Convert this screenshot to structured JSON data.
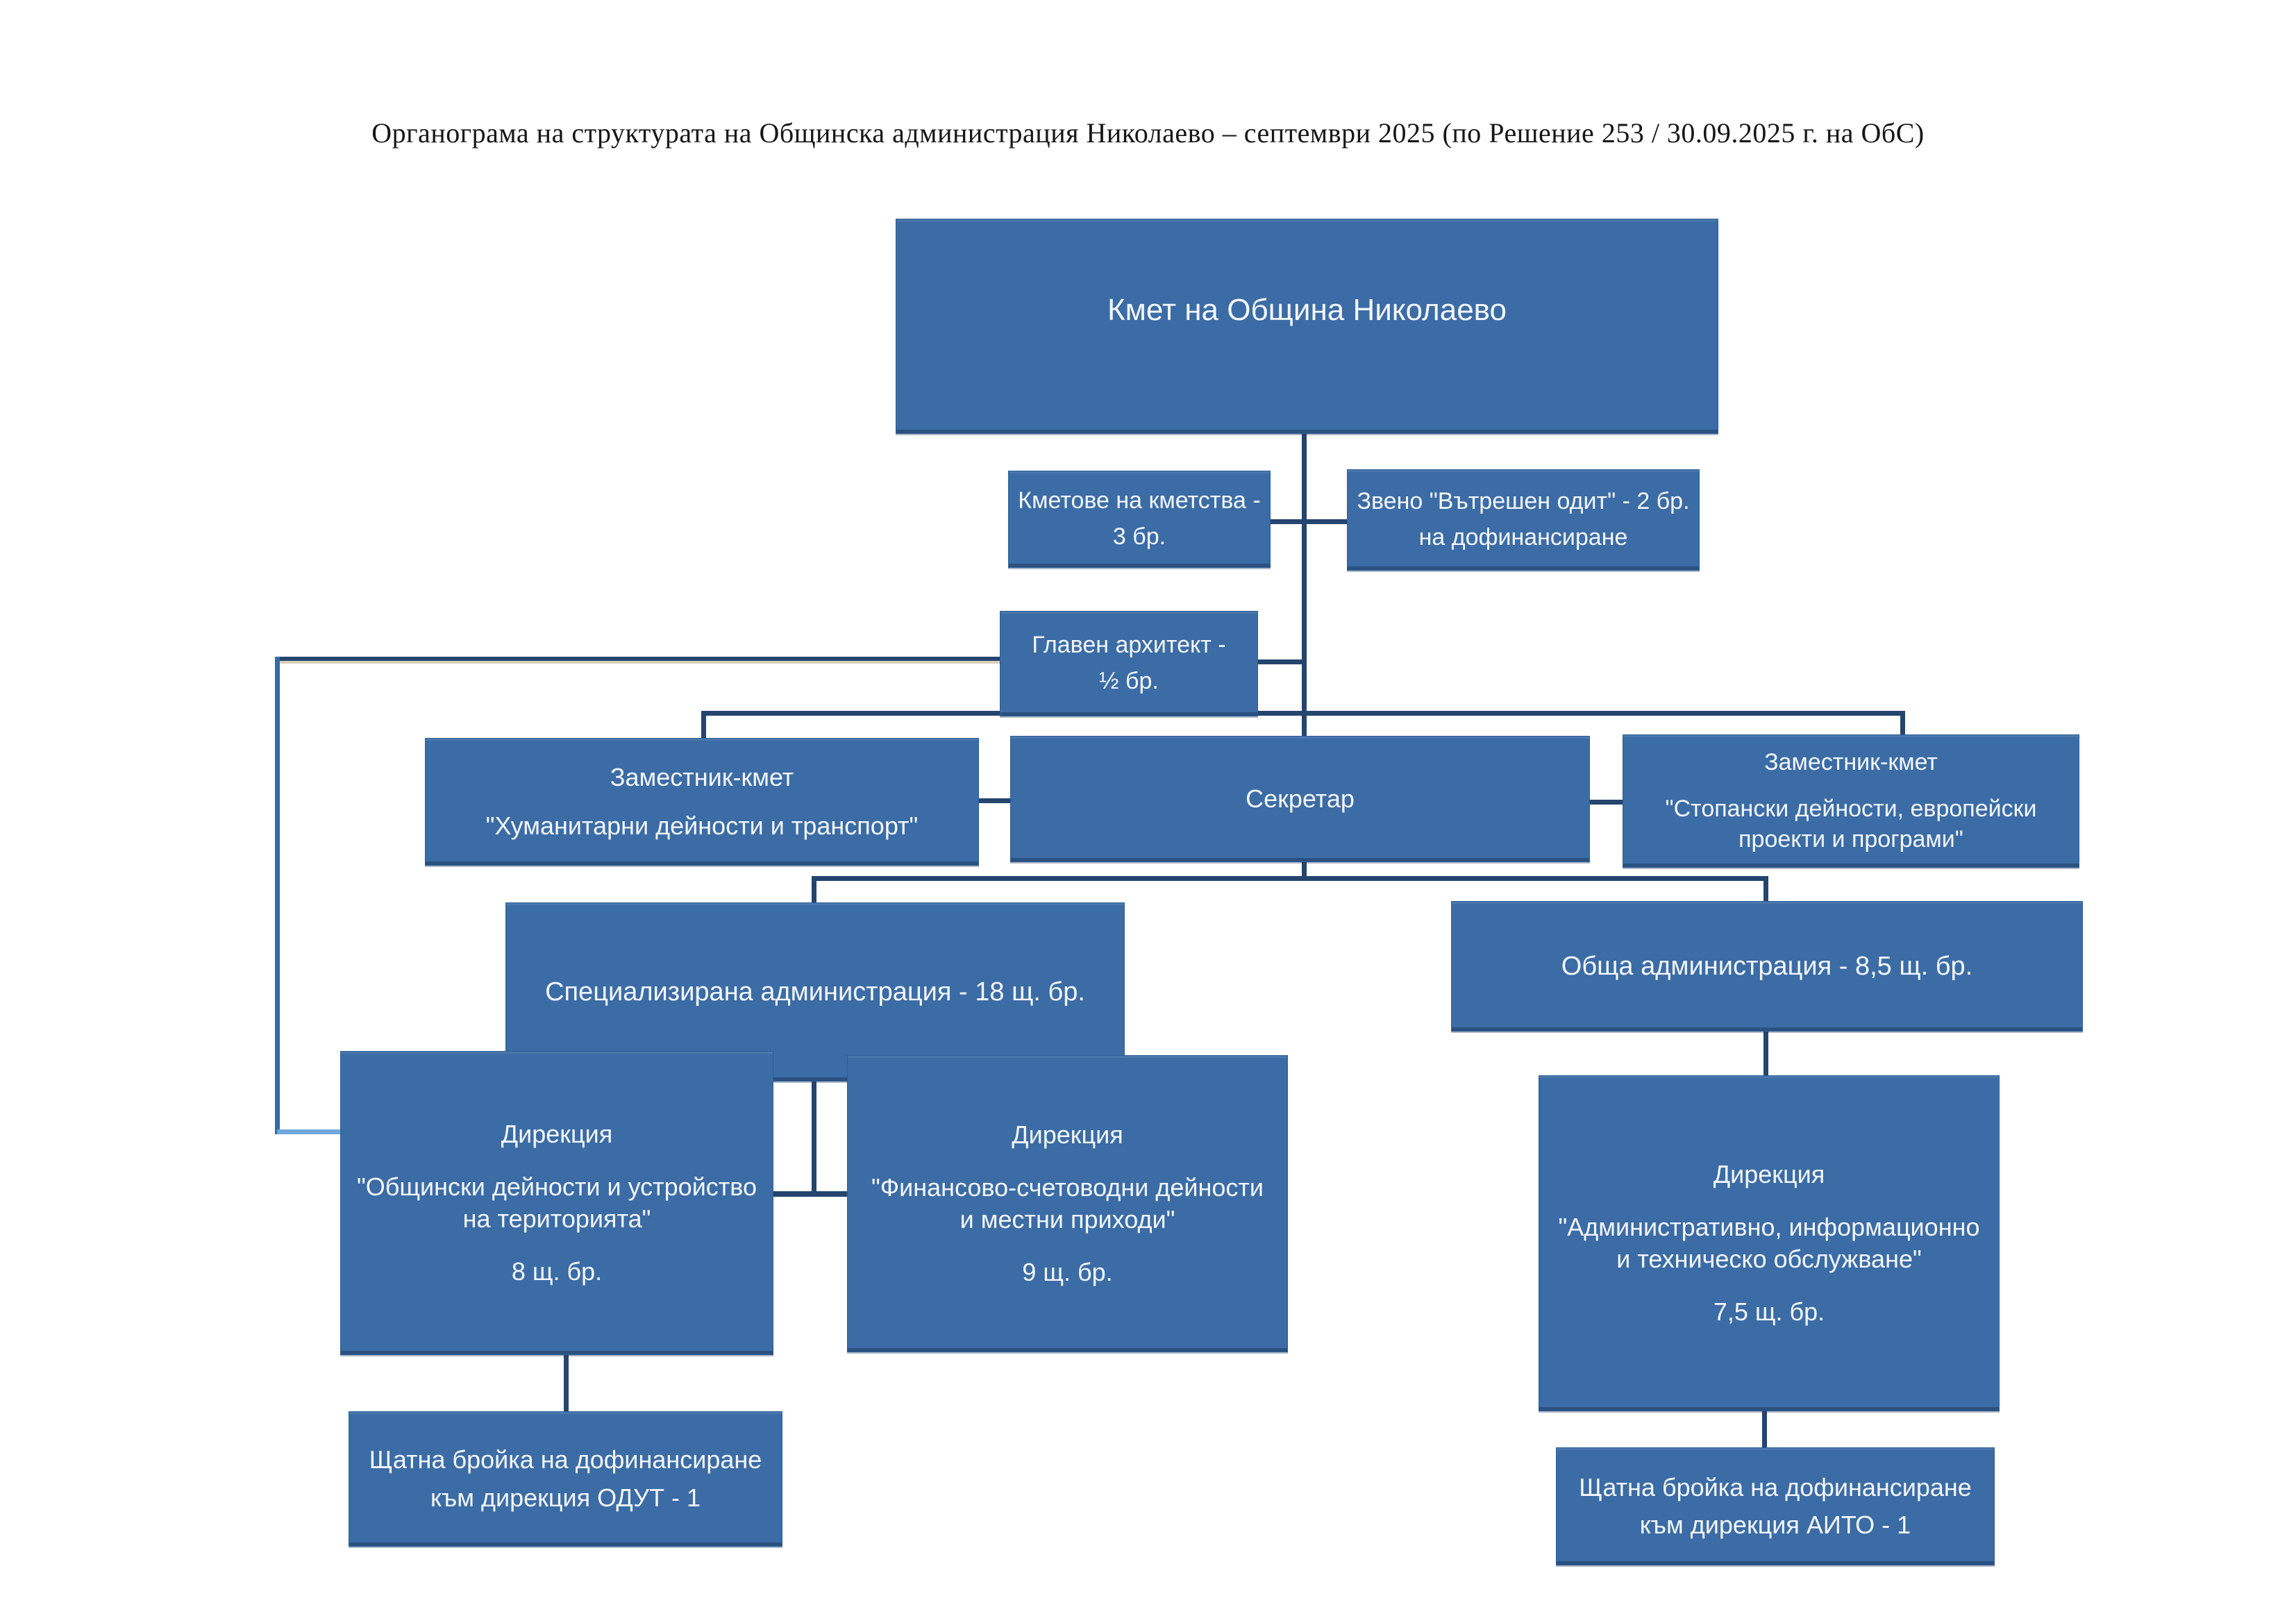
{
  "title": "Органограма на структурата на Общинска администрация Николаево – септември 2025 (по Решение 253 / 30.09.2025 г. на ОбС)",
  "colors": {
    "box_fill": "#3b6ca5",
    "box_edge": "#2c5e95",
    "line_dark": "#24456e",
    "line_mid": "#2e6da8",
    "line_light": "#6fa8dc",
    "line_tan": "#d8cdb8",
    "text_on_box": "#f4f6fa",
    "title_color": "#161616",
    "page_bg": "#ffffff"
  },
  "nodes": {
    "mayor": {
      "lines": [
        "Кмет на Община Николаево"
      ]
    },
    "mayors_of_mayoralties": {
      "lines": [
        "Кметове на кметства -",
        "3 бр."
      ]
    },
    "internal_audit": {
      "lines": [
        "Звено \"Вътрешен одит\" - 2 бр.",
        "на дофинансиране"
      ]
    },
    "chief_architect": {
      "lines": [
        "Главен архитект -",
        "½ бр."
      ]
    },
    "deputy_mayor_humanitarian": {
      "lines": [
        "Заместник-кмет",
        "\"Хуманитарни дейности и транспорт\""
      ]
    },
    "secretary": {
      "lines": [
        "Секретар"
      ]
    },
    "deputy_mayor_economic": {
      "lines": [
        "Заместник-кмет",
        "\"Стопански дейности, европейски проекти и програми\""
      ]
    },
    "specialized_administration": {
      "lines": [
        "Специализирана администрация - 18 щ. бр."
      ]
    },
    "general_administration": {
      "lines": [
        "Обща администрация - 8,5 щ. бр."
      ]
    },
    "directorate_odut": {
      "lines": [
        "Дирекция",
        "\"Общински дейности и устройство на територията\"",
        "8  щ. бр."
      ]
    },
    "directorate_fsd": {
      "lines": [
        "Дирекция",
        "\"Финансово-счетоводни дейности и местни приходи\"",
        "9 щ. бр."
      ]
    },
    "directorate_aito": {
      "lines": [
        "Дирекция",
        "\"Административно, информационно и техническо обслужване\"",
        "7,5 щ. бр."
      ]
    },
    "staff_extra_odut": {
      "lines": [
        "Щатна бройка на дофинансиране",
        "към дирекция ОДУТ - 1"
      ]
    },
    "staff_extra_aito": {
      "lines": [
        "Щатна бройка на дофинансиране",
        "към дирекция АИТО  - 1"
      ]
    }
  }
}
